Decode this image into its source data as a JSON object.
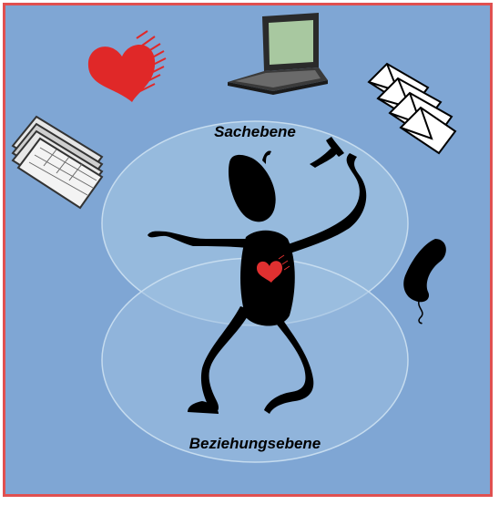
{
  "diagram": {
    "top_label": "Sachebene",
    "bottom_label": "Beziehungsebene",
    "colors": {
      "background": "#7fa6d4",
      "border": "#e05050",
      "ellipse_fill": "#9ec0e0",
      "ellipse_stroke": "#c6dcef",
      "figure": "#000000",
      "heart": "#e03030"
    },
    "icons": [
      "heart-icon",
      "laptop-icon",
      "envelopes-icon",
      "newspaper-icon",
      "telephone-icon",
      "stick-figure",
      "small-heart-icon"
    ]
  }
}
